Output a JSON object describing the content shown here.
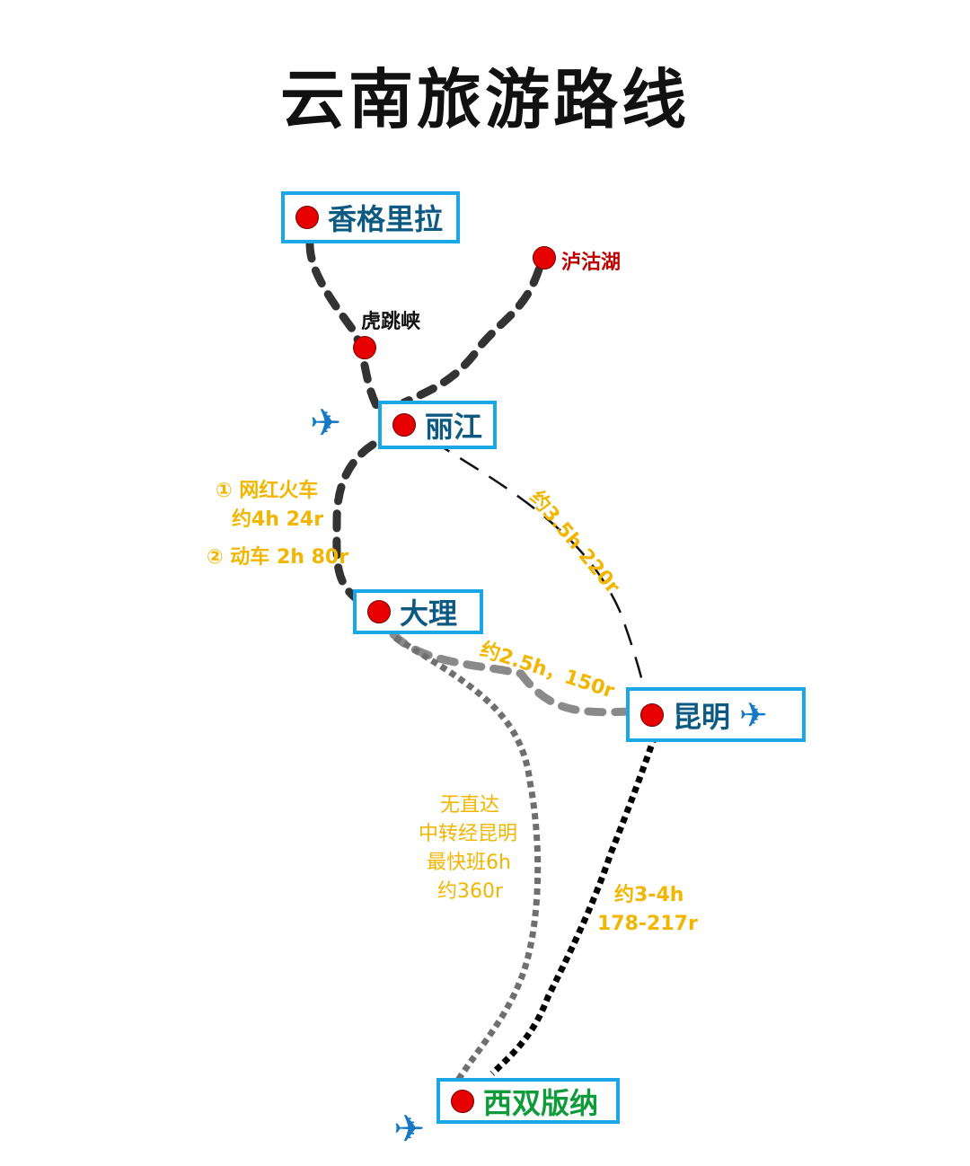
{
  "title": "云南旅游路线",
  "cities": {
    "shangrila": "香格里拉",
    "lijiang": "丽江",
    "dali": "大理",
    "kunming": "昆明",
    "xishuangbanna": "西双版纳"
  },
  "spots": {
    "tiger_leaping_gorge": "虎跳峡",
    "lugu_lake": "泸沽湖"
  },
  "routes": {
    "lijiang_dali_train_1": "① 网红火车",
    "lijiang_dali_train_1_detail": "约4h 24r",
    "lijiang_dali_train_2": "② 动车 2h 80r",
    "lijiang_kunming": "约3.5h 220r",
    "dali_kunming": "约2.5h，150r",
    "dali_banna_1": "无直达",
    "dali_banna_2": "中转经昆明",
    "dali_banna_3": "最快班6h",
    "dali_banna_4": "约360r",
    "kunming_banna_1": "约3-4h",
    "kunming_banna_2": "178-217r"
  },
  "icons": {
    "plane": "airplane-icon"
  },
  "colors": {
    "box_border": "#1aa7e8",
    "city_text": "#0c5a82",
    "banna_text": "#0f9b3a",
    "dot": "#e60000",
    "route_label": "#f2b600",
    "lugu_label": "#c00000"
  }
}
